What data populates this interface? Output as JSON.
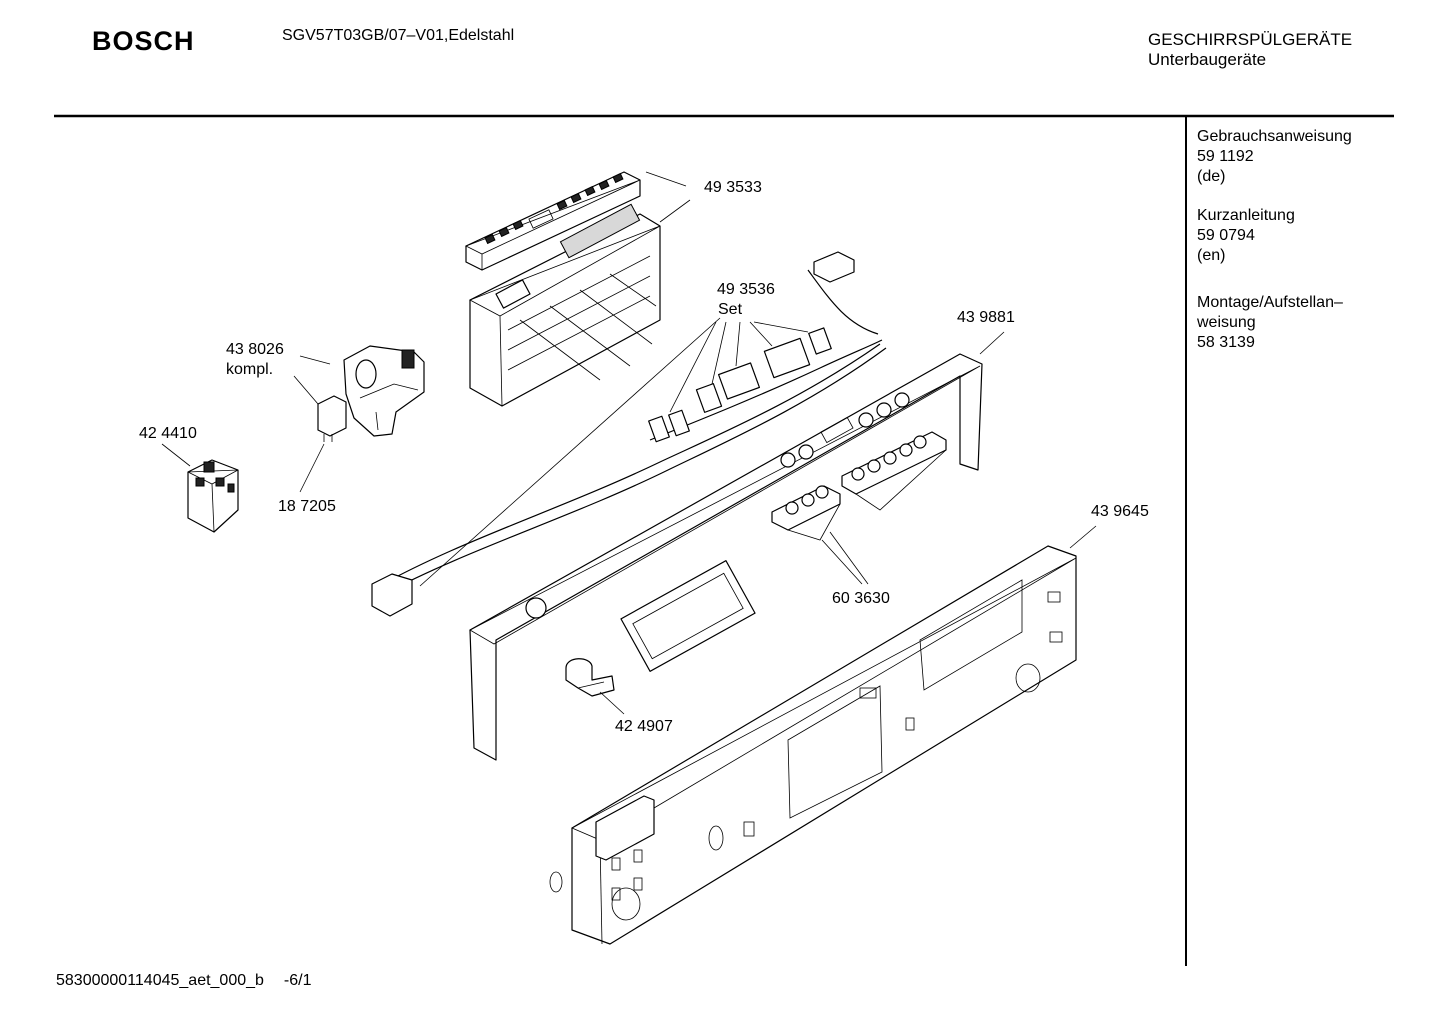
{
  "header": {
    "brand": "BOSCH",
    "model": "SGV57T03GB/07–V01,Edelstahl",
    "category_line1": "GESCHIRRSPÜLGERÄTE",
    "category_line2": "Unterbaugeräte"
  },
  "sidebar": {
    "docs": [
      {
        "title": "Gebrauchsanweisung",
        "number": "59 1192",
        "lang": "(de)"
      },
      {
        "title": "Kurzanleitung",
        "number": "59 0794",
        "lang": "(en)"
      },
      {
        "title_line1": "Montage/Aufstellan–",
        "title_line2": "weisung",
        "number": "58 3139"
      }
    ]
  },
  "parts": {
    "p493533": "49 3533",
    "p493536": "49 3536",
    "p493536_note": "Set",
    "p438026": "43 8026",
    "p438026_note": "kompl.",
    "p424410": "42 4410",
    "p187205": "18 7205",
    "p439881": "43 9881",
    "p439645": "43 9645",
    "p603630": "60 3630",
    "p424907": "42 4907"
  },
  "footer": {
    "doc_id": "58300000114045_aet_000_b",
    "page": "-6/1"
  }
}
